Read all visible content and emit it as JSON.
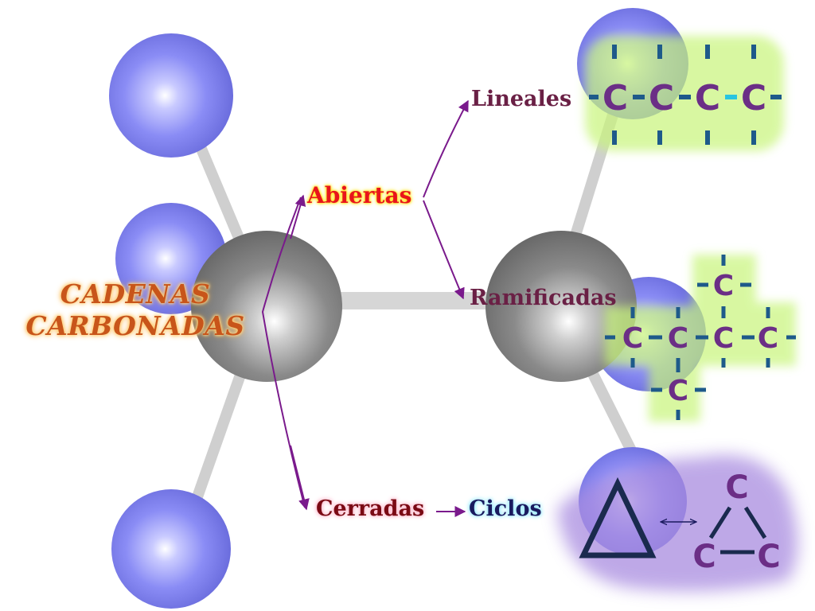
{
  "title": {
    "line1": "CADENAS",
    "line2": "CARBONADAS"
  },
  "categories": {
    "open": "Abiertas",
    "closed": "Cerradas",
    "linear": "Lineales",
    "branched": "Ramificadas",
    "cycles": "Ciclos"
  },
  "atom_symbol": "C",
  "colors": {
    "title": "#c8551a",
    "open": "#e8141c",
    "closed": "#7a0a14",
    "subcategory": "#6a2045",
    "cycles": "#1a1a5e",
    "arrow": "#7a1a8c",
    "carbon": "#6b2e86",
    "bond": "#1e5a8a",
    "sphere": "#7b7ef0",
    "core": "#7a7a7a"
  }
}
